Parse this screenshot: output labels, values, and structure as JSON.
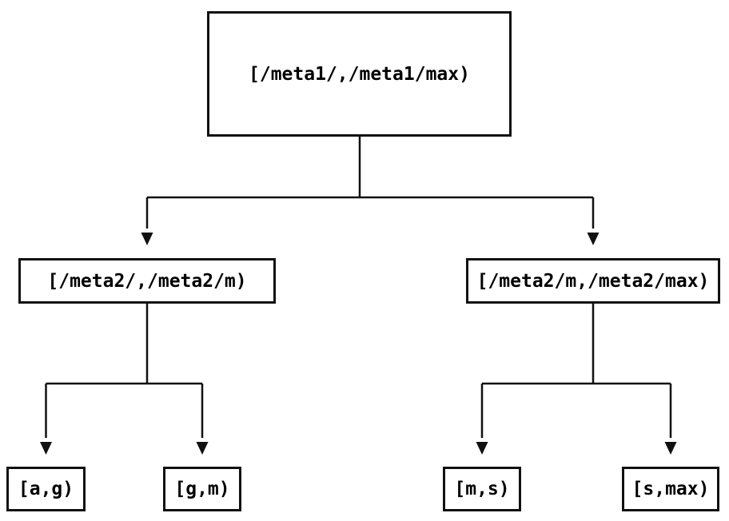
{
  "tree": {
    "root": {
      "label": "[/meta1/,/meta1/max)"
    },
    "children": [
      {
        "label": "[/meta2/,/meta2/m)",
        "children": [
          {
            "label": "[a,g)"
          },
          {
            "label": "[g,m)"
          }
        ]
      },
      {
        "label": "[/meta2/m,/meta2/max)",
        "children": [
          {
            "label": "[m,s)"
          },
          {
            "label": "[s,max)"
          }
        ]
      }
    ]
  },
  "colors": {
    "line": "#111111",
    "box_border": "#111111",
    "text": "#000000",
    "background": "#ffffff"
  }
}
